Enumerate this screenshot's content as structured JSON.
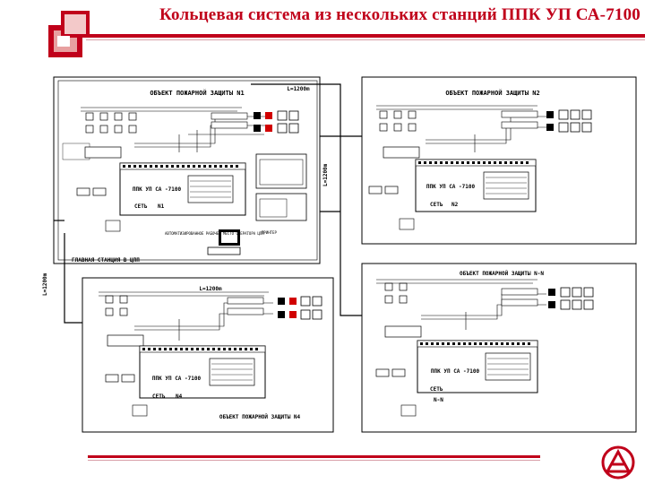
{
  "slide": {
    "title": "Кольцевая система из нескольких станций ППК УП СА-7100"
  },
  "diagram": {
    "panel1": {
      "header": "ОБЪЕКТ ПОЖАРНОЙ ЗАЩИТЫ N1",
      "line_length": "L=1200m",
      "unit": "ППК УП СА -7100",
      "net": "СЕТЬ",
      "net_num": "N1",
      "footer": "ГЛАВНАЯ СТАНЦИЯ В ЦПП",
      "workstation": "АВТОМАТИЗИРОВАННОЕ РАБОЧЕЕ МЕСТО ОПЕРАТОРА ЦПП",
      "printer": "ПРИНТЕР"
    },
    "panel2": {
      "header": "ОБЪЕКТ ПОЖАРНОЙ ЗАЩИТЫ N2",
      "unit": "ППК УП СА -7100",
      "net": "СЕТЬ",
      "net_num": "N2",
      "line_length": "L=1200m"
    },
    "panel3": {
      "header": "ОБЪЕКТ ПОЖАРНОЙ ЗАЩИТЫ N4",
      "line_length": "L=1200m",
      "unit": "ППК УП СА -7100",
      "net": "СЕТЬ",
      "net_num": "N4"
    },
    "panel4": {
      "header": "ОБЪЕКТ ПОЖАРНОЙ ЗАЩИТЫ N-N",
      "unit": "ППК УП СА -7100",
      "net": "СЕТЬ",
      "net_num": "N-N"
    },
    "left_line_length": "L=1200m"
  },
  "colors": {
    "accent": "#c0001a",
    "line": "#000000",
    "alarm": "#d10000"
  }
}
